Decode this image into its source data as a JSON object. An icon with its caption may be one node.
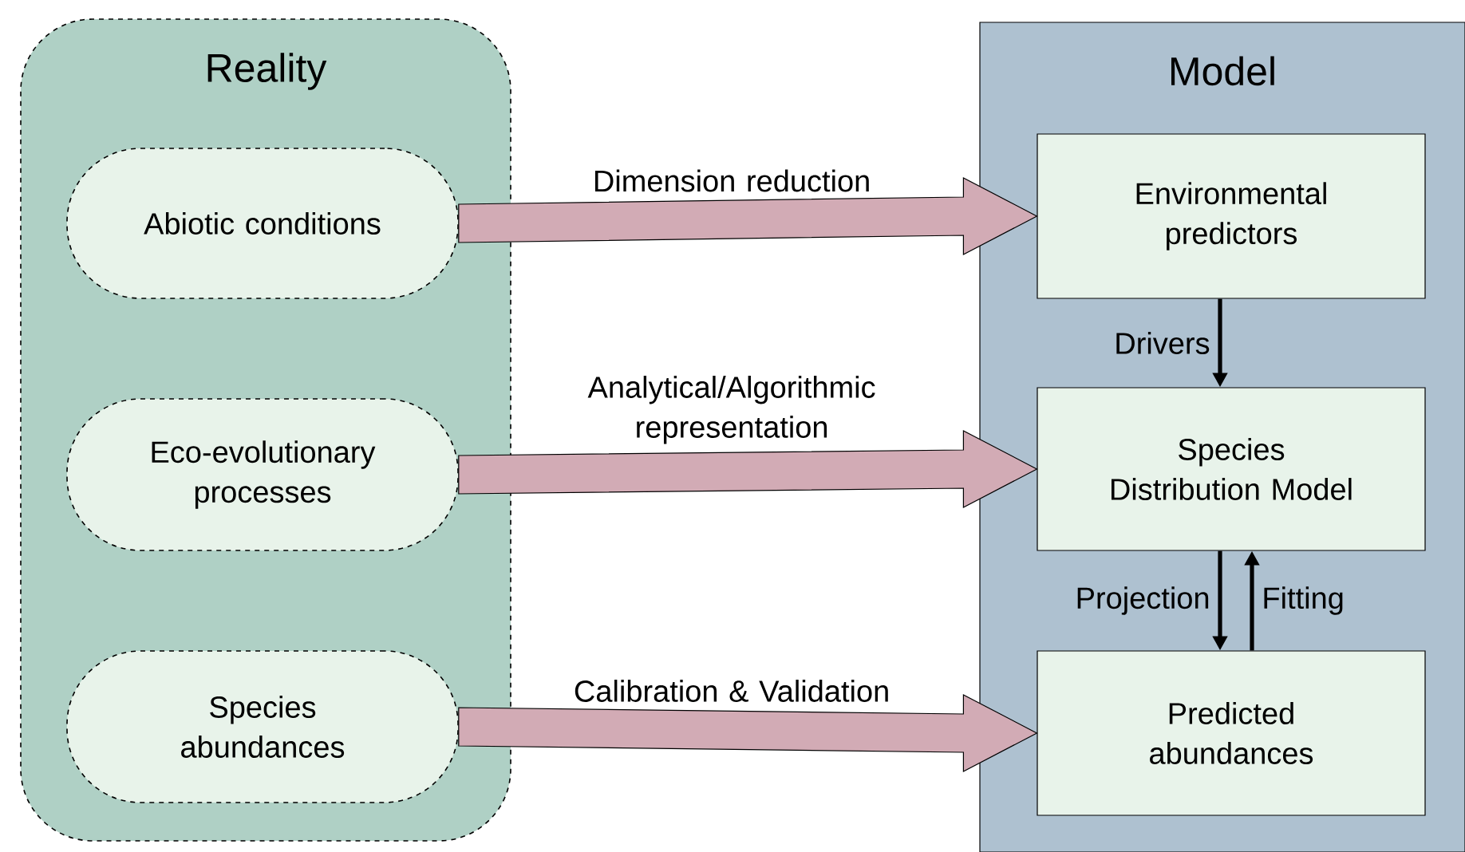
{
  "diagram": {
    "nodes": [
      {
        "text": [
          "Reality"
        ]
      },
      {
        "text": [
          "Abiotic conditions"
        ],
        "in": 0
      },
      {
        "text": [
          "Eco-evolutionary processes"
        ],
        "in": 0
      },
      {
        "text": [
          "Species abundances"
        ],
        "in": 0
      },
      {
        "text": [
          "Model"
        ]
      },
      {
        "text": [
          "Environmental predictors"
        ],
        "in": 4
      },
      {
        "text": [
          "Species Distribution Model"
        ],
        "in": 4
      },
      {
        "text": [
          "Predicted abundances"
        ],
        "in": 4
      }
    ],
    "edges": [
      {
        "from": 1,
        "to": 5,
        "arrow": "to",
        "label": "Dimension reduction",
        "style": "thick",
        "color": "#d2abb5"
      },
      {
        "from": 2,
        "to": 6,
        "arrow": "to",
        "label": "Analytical/Algorithmic representation",
        "style": "thick",
        "color": "#d2abb5"
      },
      {
        "from": 3,
        "to": 7,
        "arrow": "to",
        "label": "Calibration & Validation",
        "style": "thick",
        "color": "#d2abb5"
      },
      {
        "from": 5,
        "to": 6,
        "arrow": "to",
        "label": "Drivers"
      },
      {
        "from": 6,
        "to": 7,
        "arrow": "to",
        "label": "Projection"
      },
      {
        "from": 7,
        "to": 6,
        "arrow": "to",
        "label": "Fitting"
      }
    ]
  }
}
